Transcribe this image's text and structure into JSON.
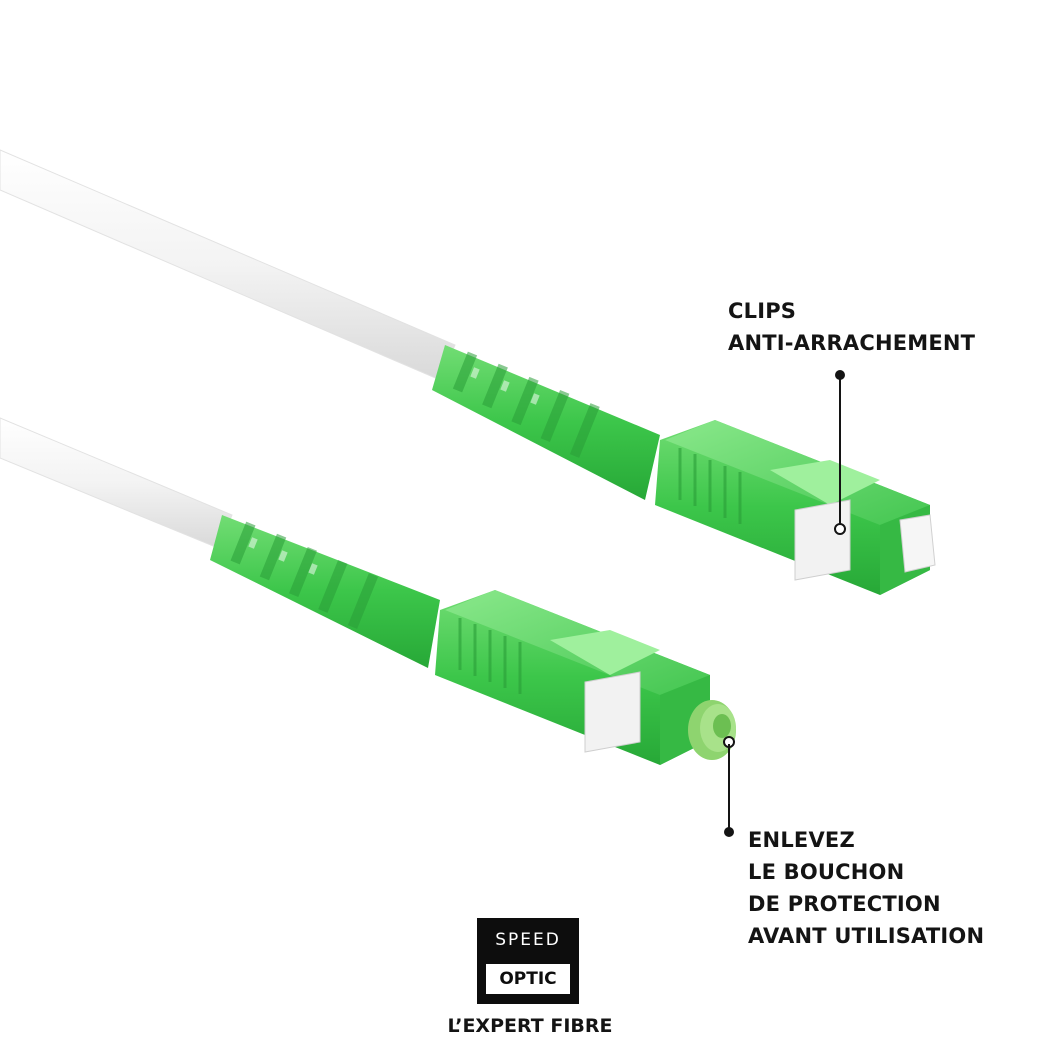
{
  "callouts": {
    "clips": {
      "line1": "CLIPS",
      "line2": "ANTI-ARRACHEMENT"
    },
    "bouchon": {
      "line1": "ENLEVEZ",
      "line2": "LE BOUCHON",
      "line3": "DE PROTECTION",
      "line4": "AVANT UTILISATION"
    }
  },
  "brand": {
    "logo_top": "SPEED",
    "logo_bottom": "OPTIC",
    "tagline": "L’EXPERT FIBRE"
  },
  "colors": {
    "connector_green": "#3fc84d",
    "connector_light_green": "#7fe07e",
    "cable_white": "#f4f4f4",
    "text": "#141414"
  }
}
